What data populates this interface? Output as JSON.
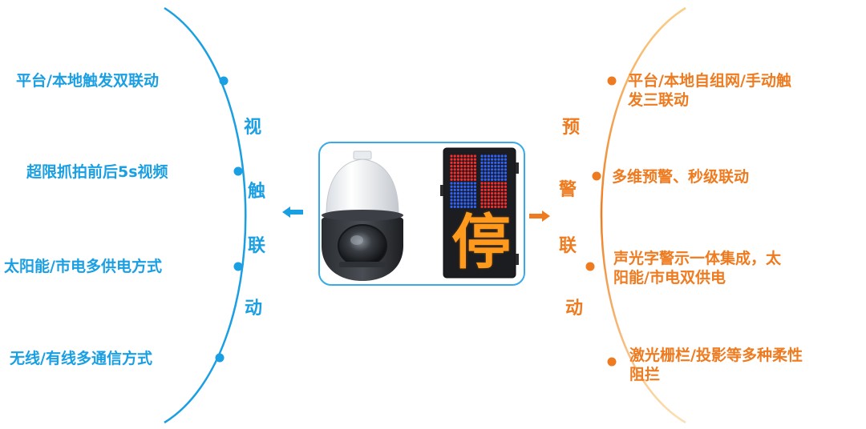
{
  "left_panel": {
    "title_chars": [
      "视",
      "触",
      "联",
      "动"
    ],
    "items": [
      {
        "label": "平台/本地触发双联动"
      },
      {
        "label": "超限抓拍前后5s视频"
      },
      {
        "label": "太阳能/市电多供电方式"
      },
      {
        "label": "无线/有线多通信方式"
      }
    ]
  },
  "right_panel": {
    "title_chars": [
      "预",
      "警",
      "联",
      "动"
    ],
    "items": [
      {
        "lines": [
          "平台/本地自组网/手动触",
          "发三联动"
        ]
      },
      {
        "lines": [
          "多维预警、秒级联动"
        ]
      },
      {
        "lines": [
          "声光字警示一体集成，太",
          "阳能/市电双供电"
        ]
      },
      {
        "lines": [
          "激光栅栏/投影等多种柔性",
          "阻拦"
        ]
      }
    ]
  },
  "center": {
    "led_char": "停"
  },
  "colors": {
    "left_accent": "#1a9fe3",
    "right_accent": "#ee7b1f",
    "box_border": "#39a9e8"
  }
}
